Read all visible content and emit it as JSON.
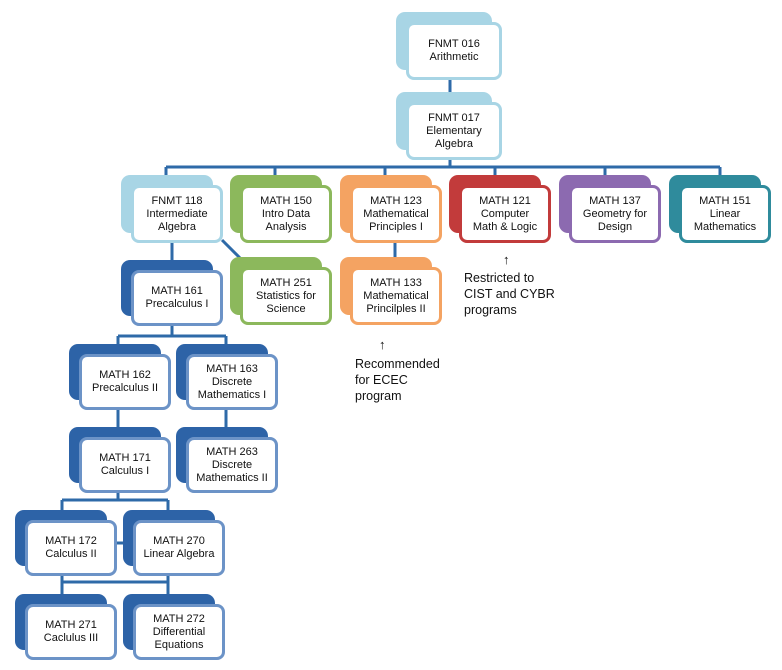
{
  "colors": {
    "connector": "#2e6aa8",
    "light_blue_back": "#a8d5e5",
    "light_blue_border": "#a8d5e5",
    "dark_blue_back": "#2d63a7",
    "dark_blue_border": "#6c93c7",
    "green_back": "#8cb85c",
    "green_border": "#8cb85c",
    "orange_back": "#f4a362",
    "orange_border": "#f4a362",
    "red_back": "#c23b3b",
    "red_border": "#c23b3b",
    "purple_back": "#8c6ab0",
    "purple_border": "#8c6ab0",
    "teal_back": "#2f8b9c",
    "teal_border": "#2f8b9c"
  },
  "courses": {
    "fnmt016": {
      "code": "FNMT 016",
      "name1": "Arithmetic",
      "name2": ""
    },
    "fnmt017": {
      "code": "FNMT 017",
      "name1": "Elementary",
      "name2": "Algebra"
    },
    "fnmt118": {
      "code": "FNMT 118",
      "name1": "Intermediate",
      "name2": "Algebra"
    },
    "math150": {
      "code": "MATH 150",
      "name1": "Intro Data",
      "name2": "Analysis"
    },
    "math123": {
      "code": "MATH 123",
      "name1": "Mathematical",
      "name2": "Principles I"
    },
    "math121": {
      "code": "MATH 121",
      "name1": "Computer",
      "name2": "Math & Logic"
    },
    "math137": {
      "code": "MATH 137",
      "name1": "Geometry for",
      "name2": "Design"
    },
    "math151": {
      "code": "MATH 151",
      "name1": "Linear",
      "name2": "Mathematics"
    },
    "math251": {
      "code": "MATH 251",
      "name1": "Statistics for",
      "name2": "Science"
    },
    "math133": {
      "code": "MATH 133",
      "name1": "Mathematical",
      "name2": "Princilples II"
    },
    "math161": {
      "code": "MATH 161",
      "name1": "Precalculus I",
      "name2": ""
    },
    "math162": {
      "code": "MATH 162",
      "name1": "Precalculus II",
      "name2": ""
    },
    "math163": {
      "code": "MATH 163",
      "name1": "Discrete",
      "name2": "Mathematics I"
    },
    "math263": {
      "code": "MATH 263",
      "name1": "Discrete",
      "name2": "Mathematics II"
    },
    "math171": {
      "code": "MATH 171",
      "name1": "Calculus I",
      "name2": ""
    },
    "math172": {
      "code": "MATH 172",
      "name1": "Calculus II",
      "name2": ""
    },
    "math270": {
      "code": "MATH 270",
      "name1": "Linear Algebra",
      "name2": ""
    },
    "math271": {
      "code": "MATH 271",
      "name1": "Caclulus III",
      "name2": ""
    },
    "math272": {
      "code": "MATH 272",
      "name1": "Differential",
      "name2": "Equations"
    }
  },
  "notes": {
    "arrow_glyph": "↑",
    "restricted": {
      "line1": "Restricted to",
      "line2": "CIST and CYBR",
      "line3": "programs"
    },
    "recommended": {
      "line1": "Recommended",
      "line2": "for ECEC",
      "line3": "program"
    }
  }
}
